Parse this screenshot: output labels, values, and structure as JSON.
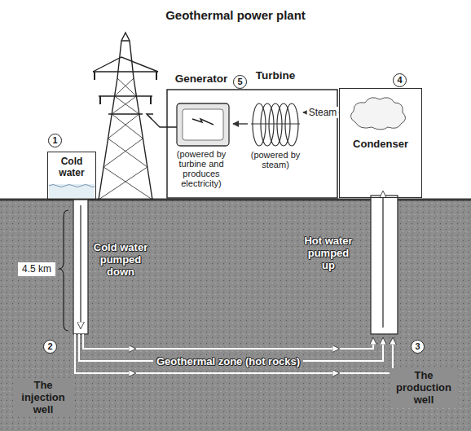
{
  "diagram": {
    "title": "Geothermal power plant",
    "nodes": [
      {
        "text": [
          "Cold water"
        ]
      },
      {
        "text": [
          "Generator",
          "(powered by turbine and produces electricity)"
        ]
      },
      {
        "text": [
          "Turbine",
          "(powered by steam)"
        ]
      },
      {
        "text": [
          "Condenser"
        ]
      }
    ],
    "edges": [
      {
        "from": 3,
        "to": 2,
        "label": "Steam",
        "arrow": "to"
      },
      {
        "from": 2,
        "to": 1,
        "arrow": "to"
      }
    ],
    "labels": [
      "5",
      "4",
      "1",
      "4.5 km",
      "Cold water pumped down",
      "Hot water pumped up",
      "2",
      "3",
      "The injection well",
      "Geothermal zone (hot rocks)",
      "The production well"
    ]
  }
}
